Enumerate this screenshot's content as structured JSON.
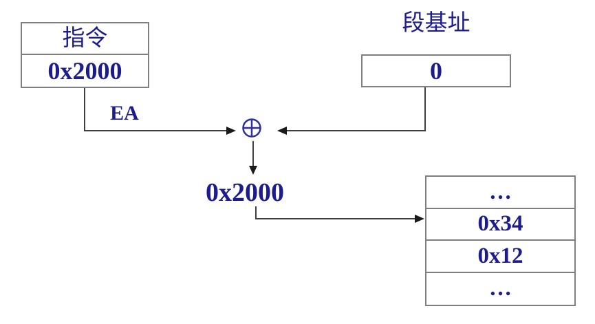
{
  "diagram": {
    "instruction_box": {
      "title": "指令",
      "value": "0x2000"
    },
    "segment_base": {
      "label": "段基址",
      "value": "0"
    },
    "ea_label": "EA",
    "adder": {
      "symbol": "⊕"
    },
    "effective_address": "0x2000",
    "memory": {
      "rows": [
        "…",
        "0x34",
        "0x12",
        "…"
      ]
    }
  },
  "colors": {
    "text": "#1c1c8f",
    "box_border": "#7f7f7f",
    "line": "#3f3f3f",
    "arrowhead": "#1a1a1a",
    "adder_stroke": "#2e2ea0",
    "background": "#ffffff"
  }
}
